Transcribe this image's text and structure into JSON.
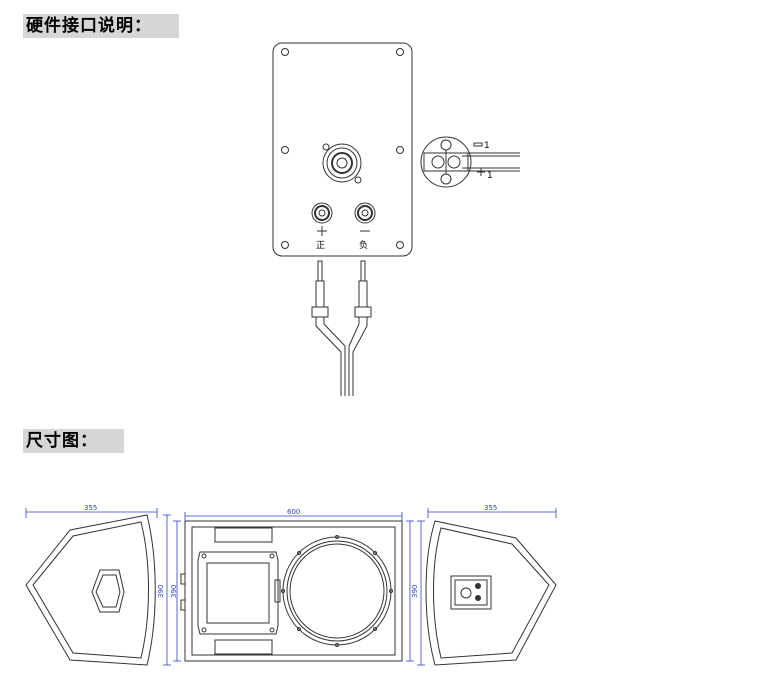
{
  "sections": {
    "interface_heading": "硬件接口说明：",
    "dimensions_heading": "尺寸图："
  },
  "panel": {
    "plus_label": "正",
    "minus_label": "负",
    "plug_minus_label": "1",
    "plug_plus_label": "1"
  },
  "dimensions": {
    "side_left_depth": "355",
    "side_left_height": "390",
    "front_width": "600",
    "front_height": "390",
    "side_right_depth": "355",
    "side_right_height": "390"
  },
  "colors": {
    "dimension_text": "#2a3fd8",
    "heading_background": "#d6d6d6",
    "line": "#333333"
  }
}
